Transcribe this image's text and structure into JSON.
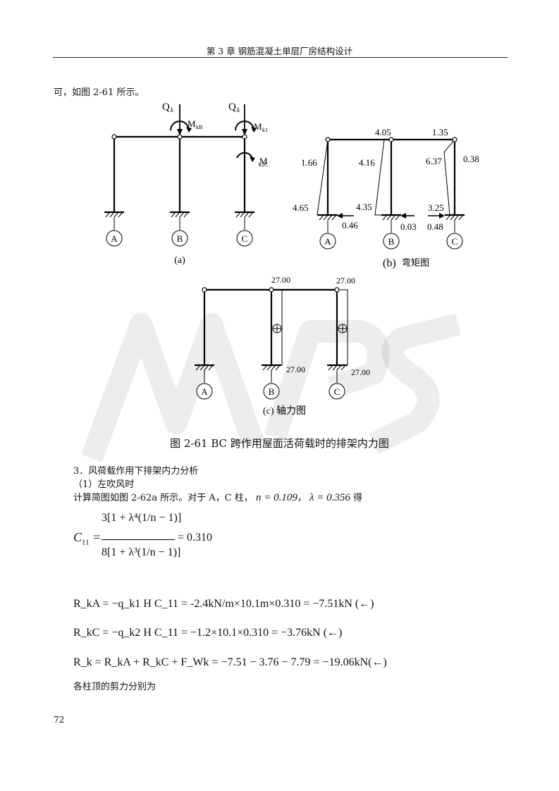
{
  "header": {
    "text": "第 3 章  钢筋混凝土单层厂房结构设计"
  },
  "intro": {
    "text": "可，如图 2-61 所示。"
  },
  "figure_a": {
    "load_labels": [
      "Q",
      "k",
      "Q",
      "k"
    ],
    "moment_labels": [
      "M",
      "kB",
      "M",
      "k1C",
      "M",
      "k2C"
    ],
    "nodes": [
      "A",
      "B",
      "C"
    ],
    "sublabel": "(a)"
  },
  "figure_b": {
    "top_values": [
      "4.05",
      "1.35"
    ],
    "col_values": [
      "1.66",
      "4.16",
      "6.37",
      "0.38"
    ],
    "base_values": [
      "4.65",
      "4.35",
      "3.25"
    ],
    "shear_values": [
      "0.46",
      "0.03",
      "0.48"
    ],
    "nodes": [
      "A",
      "B",
      "C"
    ],
    "sublabel_b": "(b)",
    "sublabel_text": "弯矩图"
  },
  "figure_c": {
    "top_values": [
      "27.00",
      "27.00"
    ],
    "base_values": [
      "27.00",
      "27.00"
    ],
    "nodes": [
      "A",
      "B",
      "C"
    ],
    "sublabel": "(c)  轴力图"
  },
  "caption": {
    "text": "图 2-61    BC 跨作用屋面活荷载时的排架内力图"
  },
  "section": {
    "title": "3．风荷载作用下排架内力分析",
    "subtitle": "（1）左吹风时",
    "intro": "计算简图如图 2-62a 所示。对于 A，C 柱，",
    "n_eq": "n = 0.109",
    "lambda_eq": "λ = 0.356",
    "de": "得"
  },
  "formula_c11": {
    "lhs": "C",
    "lhs_sub": "11",
    "numerator": "3[1 + λ⁴(1/n − 1)]",
    "denominator": "8[1 + λ³(1/n − 1)]",
    "result": "= 0.310"
  },
  "formula_rka": "R_kA = −q_k1 H C_11 = -2.4kN/m×10.1m×0.310 = −7.51kN (←)",
  "formula_rkc": "R_kC = −q_k2 H C_11 = −1.2×10.1×0.310 = −3.76kN (←)",
  "formula_rk": "R_k = R_kA + R_kC + F_Wk = −7.51 − 3.76 − 7.79 = −19.06kN(←)",
  "closing": {
    "text": "各柱顶的剪力分别为"
  },
  "page_number": "72"
}
